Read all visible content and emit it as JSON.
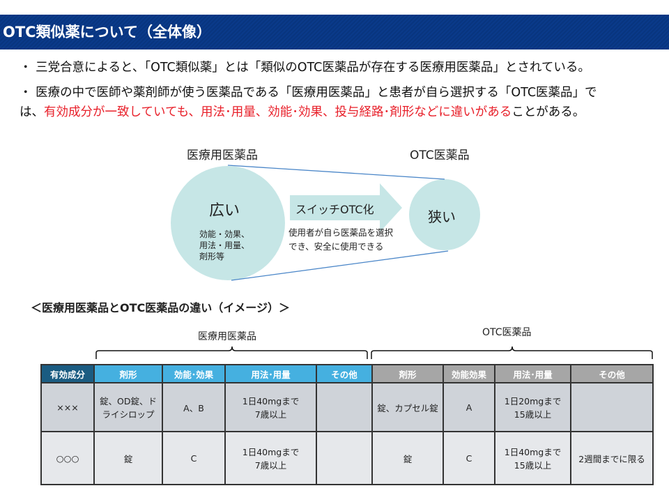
{
  "title": "OTC類似薬について（全体像）",
  "bullets": [
    {
      "text": "・ 三党合意によると、「OTC類似薬」とは「類似のOTC医薬品が存在する医療用医薬品」とされている。"
    },
    {
      "pre": "・ 医療の中で医師や薬剤師が使う医薬品である「医療用医薬品」と患者が自ら選択する「OTC医薬品」で",
      "line2_pre": "は、",
      "highlight": "有効成分が一致していても、用法･用量、効能･効果、投与経路･剤形などに違いがある",
      "post": "ことがある。"
    }
  ],
  "diagram": {
    "left_title": "医療用医薬品",
    "right_title": "OTC医薬品",
    "left_circle": "広い",
    "left_sub": [
      "効能・効果、",
      "用法・用量、",
      "剤形等"
    ],
    "arrow_label": "スイッチOTC化",
    "arrow_sub": [
      "使用者が自ら医薬品を選択",
      "でき、安全に使用できる"
    ],
    "right_circle": "狭い"
  },
  "table_title": "＜医療用医薬品とOTC医薬品の違い（イメージ）＞",
  "group_labels": {
    "rx": "医療用医薬品",
    "otc": "OTC医薬品"
  },
  "table": {
    "headers": [
      "有効成分",
      "剤形",
      "効能･効果",
      "用法･用量",
      "その他",
      "剤形",
      "効能効果",
      "用法･用量",
      "その他"
    ],
    "rows": [
      [
        [
          "×××"
        ],
        [
          "錠、OD錠、ド",
          "ライシロップ"
        ],
        [
          "A、B"
        ],
        [
          "1日40mgまで",
          "7歳以上"
        ],
        [
          ""
        ],
        [
          "錠、カプセル錠"
        ],
        [
          "A"
        ],
        [
          "1日20mgまで",
          "15歳以上"
        ],
        [
          ""
        ]
      ],
      [
        [
          "○○○"
        ],
        [
          "錠"
        ],
        [
          "C"
        ],
        [
          "1日40mgまで",
          "7歳以上"
        ],
        [
          ""
        ],
        [
          "錠"
        ],
        [
          "C"
        ],
        [
          "1日40mgまで",
          "15歳以上"
        ],
        [
          "2週間までに限る"
        ]
      ]
    ]
  },
  "colors": {
    "header": "#0a3a8a",
    "circle": "#c6e6e6",
    "red": "#e8202a"
  }
}
